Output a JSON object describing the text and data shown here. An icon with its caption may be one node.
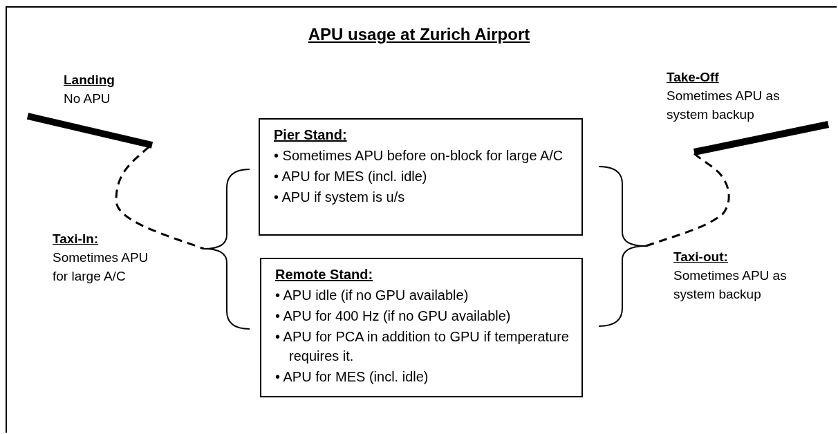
{
  "diagram": {
    "title": "APU usage at Zurich Airport",
    "nodes": [
      {
        "text": [
          "Landing",
          "No APU"
        ]
      },
      {
        "text": [],
        "shape": "bar"
      },
      {
        "text": [
          "Taxi-In:",
          "Sometimes APU for large A/C"
        ]
      },
      {
        "text": [],
        "shape": "brace"
      },
      {
        "text": [
          "Pier Stand:",
          "• Sometimes APU before on-block for large A/C",
          "• APU for MES (incl. idle)",
          "• APU if system is u/s"
        ]
      },
      {
        "text": [
          "Remote Stand:",
          "• APU idle (if no GPU available)",
          "• APU for 400 Hz (if no GPU available)",
          "• APU for PCA in addition to GPU if temperature requires it.",
          "• APU for MES (incl. idle)"
        ]
      },
      {
        "text": [],
        "shape": "brace"
      },
      {
        "text": [
          "Taxi-out:",
          "Sometimes APU as system backup"
        ]
      },
      {
        "text": [],
        "shape": "bar"
      },
      {
        "text": [
          "Take-Off",
          "Sometimes APU as system backup"
        ]
      }
    ],
    "edges": [
      {
        "from": 1,
        "to": 3,
        "arrow": "none",
        "style": "dashed"
      },
      {
        "from": 6,
        "to": 8,
        "arrow": "none",
        "style": "dashed"
      }
    ]
  }
}
